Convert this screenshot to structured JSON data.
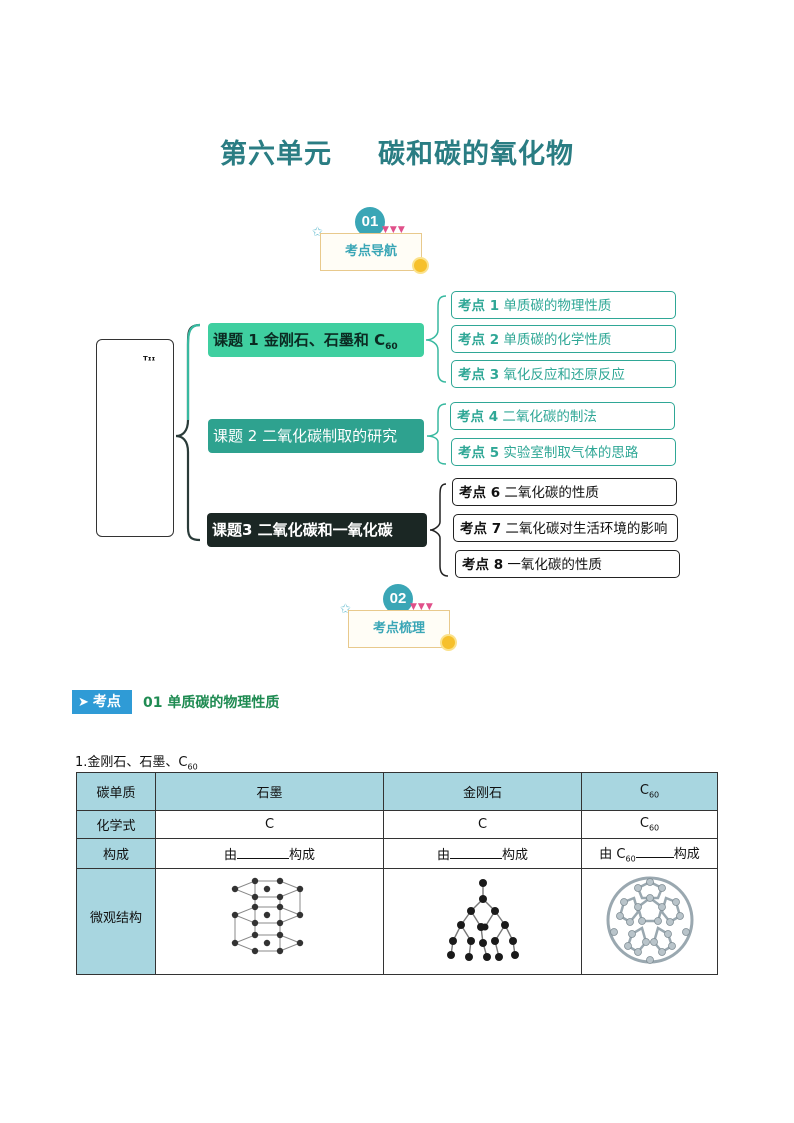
{
  "title": {
    "part1": "第六单元",
    "part2": "碳和碳的氧化物"
  },
  "badge1": {
    "num": "01",
    "label": "考点导航"
  },
  "badge2": {
    "num": "02",
    "label": "考点梳理"
  },
  "mindmap": {
    "left_mark": "ᵀᶦᶦ",
    "topics": [
      {
        "text": "课题 1 金刚石、石墨和  C",
        "sub": "60"
      },
      {
        "text": "课题 2 二氧化碳制取的研究"
      },
      {
        "text": "课题3 二氧化碳和一氧化碳"
      }
    ],
    "points": [
      {
        "prefix": "考点 1",
        "text": "单质碳的物理性质"
      },
      {
        "prefix": "考点 2",
        "text": "单质碳的化学性质"
      },
      {
        "prefix": "考点 3",
        "text": "氧化反应和还原反应"
      },
      {
        "prefix": "考点 4",
        "text": "二氧化碳的制法"
      },
      {
        "prefix": "考点 5",
        "text": "实验室制取气体的思路"
      },
      {
        "prefix": "考点 6",
        "text": "二氧化碳的性质"
      },
      {
        "prefix": "考点 7",
        "text": "二氧化碳对生活环境的影响"
      },
      {
        "prefix": "考点 8",
        "text": "一氧化碳的性质"
      }
    ]
  },
  "section": {
    "tag": "考点",
    "title": "01 单质碳的物理性质"
  },
  "question": {
    "text": "1.金刚石、石墨、C",
    "sub": "60"
  },
  "table": {
    "headers": [
      "碳单质",
      "石墨",
      "金刚石",
      "C"
    ],
    "header_sub": "60",
    "row_formula": {
      "label": "化学式",
      "graphite": "C",
      "diamond": "C",
      "c60": "C",
      "c60_sub": "60"
    },
    "row_compose": {
      "label": "构成",
      "pre": "由",
      "post": "构成",
      "c60_pre": "由 C",
      "c60_sub": "60"
    },
    "row_structure": {
      "label": "微观结构"
    }
  },
  "colors": {
    "title": "#2a7d83",
    "topic1": "#3fcfa0",
    "topic2": "#2ea28f",
    "topic3": "#1b2724",
    "point": "#2fa796",
    "table_header": "#a8d6e0",
    "section_bar": "#2f9bd6",
    "section_title": "#1f8b52"
  }
}
